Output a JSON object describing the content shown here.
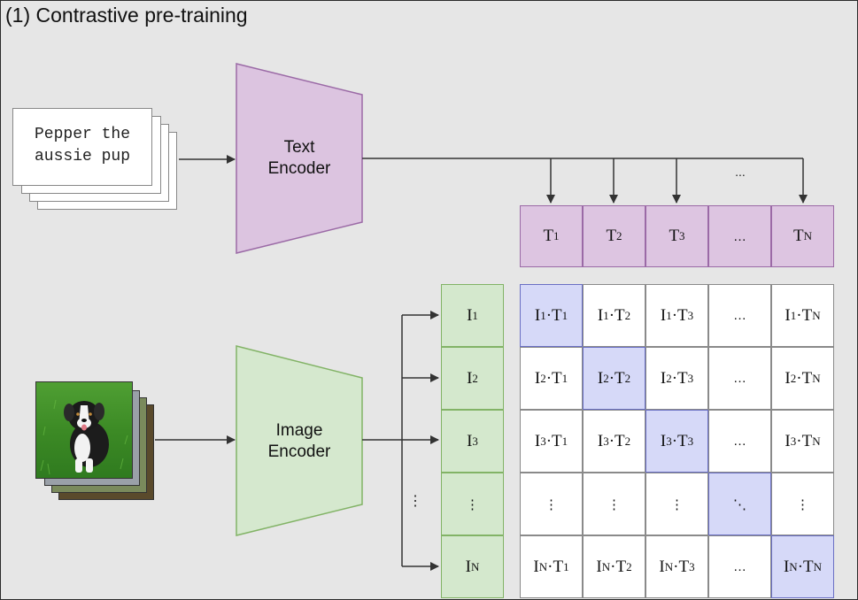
{
  "title": "(1) Contrastive pre-training",
  "text_input": {
    "caption": "Pepper the\naussie pup"
  },
  "text_encoder": {
    "label": "Text\nEncoder"
  },
  "image_encoder": {
    "label": "Image\nEncoder"
  },
  "image_input": {
    "subject": "aussie puppy on grass"
  },
  "text_embeddings": [
    {
      "base": "T",
      "sub": "1"
    },
    {
      "base": "T",
      "sub": "2"
    },
    {
      "base": "T",
      "sub": "3"
    },
    {
      "base": "…",
      "sub": ""
    },
    {
      "base": "T",
      "sub": "N"
    }
  ],
  "image_embeddings": [
    {
      "base": "I",
      "sub": "1"
    },
    {
      "base": "I",
      "sub": "2"
    },
    {
      "base": "I",
      "sub": "3"
    },
    {
      "base": "⋮",
      "sub": ""
    },
    {
      "base": "I",
      "sub": "N"
    }
  ],
  "ellipsis_above_t": "...",
  "ellipsis_left_i": "⋮",
  "matrix_rows": [
    [
      "I₁·T₁",
      "I₁·T₂",
      "I₁·T₃",
      "…",
      "I₁·T_N"
    ],
    [
      "I₂·T₁",
      "I₂·T₂",
      "I₂·T₃",
      "…",
      "I₂·T_N"
    ],
    [
      "I₃·T₁",
      "I₃·T₂",
      "I₃·T₃",
      "…",
      "I₃·T_N"
    ],
    [
      "⋮",
      "⋮",
      "⋮",
      "⋱",
      "⋮"
    ],
    [
      "I_N·T₁",
      "I_N·T₂",
      "I_N·T₃",
      "…",
      "I_N·T_N"
    ]
  ],
  "colors": {
    "text_encoder_fill": "#dcc4e0",
    "text_encoder_stroke": "#9b6aa6",
    "image_encoder_fill": "#d5e8ce",
    "image_encoder_stroke": "#82b366",
    "diagonal_fill": "#d6d9f8",
    "arrow": "#333333"
  }
}
